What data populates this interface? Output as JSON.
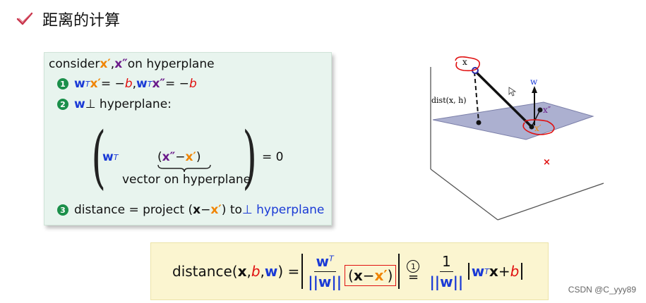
{
  "header": {
    "title": "距离的计算"
  },
  "green_box": {
    "line1_prefix": "consider ",
    "line1_x1": "x′",
    "line1_comma": ", ",
    "line1_x2": "x″",
    "line1_suffix": " on hyperplane",
    "step1_num": "1",
    "step1_w1": "w",
    "step1_T1": "T",
    "step1_x1": "x′",
    "step1_eq1": " = − ",
    "step1_b1": "b",
    "step1_comma": ", ",
    "step1_w2": "w",
    "step1_T2": "T",
    "step1_x2": "x″",
    "step1_eq2": " = − ",
    "step1_b2": "b",
    "step2_num": "2",
    "step2_w": "w",
    "step2_text": " ⊥ hyperplane:",
    "mat_w": "w",
    "mat_T": "T",
    "mat_open": "(",
    "mat_x2": "x″",
    "mat_minus": " − ",
    "mat_x1": "x′",
    "mat_close": ")",
    "mat_under": "vector on hyperplane",
    "mat_eq": "= 0",
    "step3_num": "3",
    "step3_text": "distance = project (",
    "step3_x": "x",
    "step3_minus": " − ",
    "step3_x1": "x′",
    "step3_close": ") to ",
    "step3_perp": "⊥ hyperplane"
  },
  "diagram": {
    "label_x": "x",
    "label_dist": "dist(x, h)",
    "label_w": "w",
    "label_x2": "x″",
    "label_x1": "x′",
    "cross": "×"
  },
  "yellow_box": {
    "lhs": "distance(",
    "lhs_x": "x",
    "lhs_c1": ", ",
    "lhs_b": "b",
    "lhs_c2": ", ",
    "lhs_w": "w",
    "lhs_close": ") = ",
    "frac_w": "w",
    "frac_T": "T",
    "frac_den": "||w||",
    "paren_open": "(",
    "paren_x": "x",
    "paren_minus": " − ",
    "paren_x1": "x′",
    "paren_close": ")",
    "circled_one": "1",
    "frac2_num": "1",
    "frac2_den": "||w||",
    "rhs_w": "w",
    "rhs_T": "T",
    "rhs_x": "x",
    "rhs_plus": " + ",
    "rhs_b": "b"
  },
  "watermark": "CSDN @C_yyy89"
}
